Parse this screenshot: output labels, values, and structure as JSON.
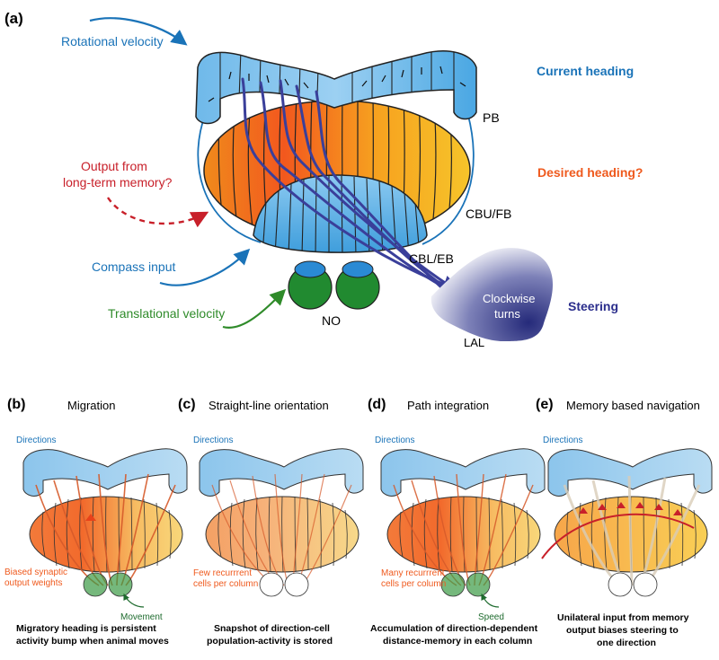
{
  "colors": {
    "blue_text": "#1a73b8",
    "orange_text": "#ef5a1e",
    "red_text": "#c8202a",
    "green_text": "#2f8b2a",
    "navy_text": "#2b2e8c",
    "black": "#000000"
  },
  "panel_a": {
    "tag": "(a)",
    "rotational_velocity": "Rotational velocity",
    "current_heading": "Current heading",
    "pb": "PB",
    "output_memory_1": "Output from",
    "output_memory_2": "long-term memory?",
    "desired_heading": "Desired heading?",
    "cbu_fb": "CBU/FB",
    "compass_input": "Compass input",
    "cbl_eb": "CBL/EB",
    "translational_velocity": "Translational velocity",
    "no": "NO",
    "clockwise_1": "Clockwise",
    "clockwise_2": "turns",
    "steering": "Steering",
    "lal": "LAL"
  },
  "panels": [
    {
      "tag": "(b)",
      "title": "Migration",
      "directions": "Directions",
      "note_lines": [
        "Biased synaptic",
        "output weights"
      ],
      "note2": "Movement",
      "caption_lines": [
        "Migratory heading is persistent",
        "activity bump when animal moves"
      ]
    },
    {
      "tag": "(c)",
      "title": "Straight-line orientation",
      "directions": "Directions",
      "note_lines": [
        "Few recurrrent",
        "cells per column"
      ],
      "note2": "",
      "caption_lines": [
        "Snapshot of direction-cell",
        "population-activity is stored"
      ]
    },
    {
      "tag": "(d)",
      "title": "Path integration",
      "directions": "Directions",
      "note_lines": [
        "Many recurrrent",
        "cells per column"
      ],
      "note2": "Speed",
      "caption_lines": [
        "Accumulation of direction-dependent",
        "distance-memory in each column"
      ]
    },
    {
      "tag": "(e)",
      "title": "Memory based navigation",
      "directions": "Directions",
      "note_lines": [],
      "note2": "",
      "caption_lines": [
        "Unilateral input from memory",
        "output biases steering to",
        "one direction"
      ]
    }
  ]
}
